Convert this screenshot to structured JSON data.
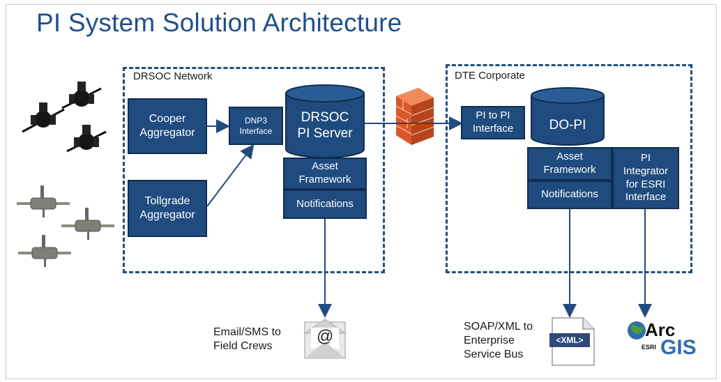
{
  "title": "PI System Solution Architecture",
  "regions": {
    "drsoc": {
      "label": "DRSOC Network"
    },
    "dte": {
      "label": "DTE Corporate"
    }
  },
  "boxes": {
    "cooper": "Cooper\nAggregator",
    "tollgrade": "Tollgrade\nAggregator",
    "dnp3": "DNP3\nInterface",
    "drsoc_server": "DRSOC\nPI Server",
    "drsoc_af": "Asset\nFramework",
    "drsoc_notif": "Notifications",
    "pi_to_pi": "PI to PI\nInterface",
    "do_pi": "DO-PI",
    "dte_af": "Asset\nFramework",
    "dte_notif": "Notifications",
    "esri": "PI\nIntegrator\nfor ESRI\nInterface"
  },
  "outputs": {
    "email": "Email/SMS to\nField Crews",
    "soap": "SOAP/XML to\nEnterprise\nService Bus",
    "xml_icon": "<XML>",
    "arc": "Arc",
    "esri": "ESRI",
    "gis": "GIS",
    "at": "@"
  },
  "colors": {
    "box": "#1f4b7e",
    "border": "#1f4f7a",
    "title": "#1f4f8c",
    "firewall": "#d9582b"
  }
}
